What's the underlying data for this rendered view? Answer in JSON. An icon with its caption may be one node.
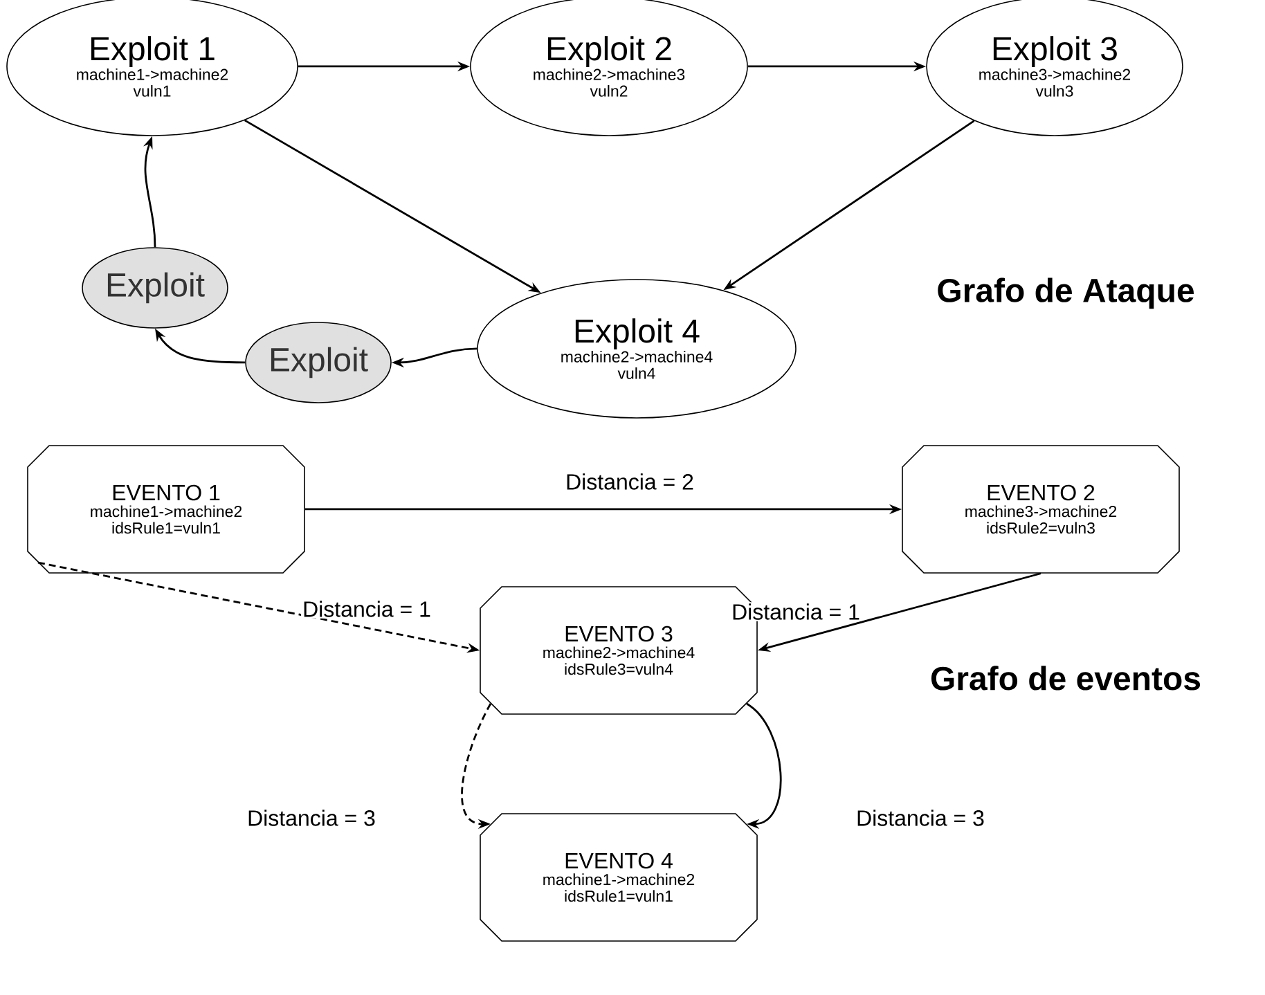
{
  "diagram": {
    "nodes": [
      {
        "text": [
          "Exploit 1",
          "machine1->machine2",
          "vuln1"
        ]
      },
      {
        "text": [
          "Exploit 2",
          "machine2->machine3",
          "vuln2"
        ]
      },
      {
        "text": [
          "Exploit 3",
          "machine3->machine2",
          "vuln3"
        ]
      },
      {
        "text": [
          "Exploit 4",
          "machine2->machine4",
          "vuln4"
        ]
      },
      {
        "text": [
          "Exploit"
        ]
      },
      {
        "text": [
          "Exploit"
        ]
      },
      {
        "text": [
          "EVENTO 1",
          "machine1->machine2",
          "idsRule1=vuln1"
        ]
      },
      {
        "text": [
          "EVENTO 2",
          "machine3->machine2",
          "idsRule2=vuln3"
        ]
      },
      {
        "text": [
          "EVENTO 3",
          "machine2->machine4",
          "idsRule3=vuln4"
        ]
      },
      {
        "text": [
          "EVENTO 4",
          "machine1->machine2",
          "idsRule1=vuln1"
        ]
      }
    ],
    "edges": [
      {
        "from": 0,
        "to": 1,
        "arrow": "to"
      },
      {
        "from": 1,
        "to": 2,
        "arrow": "to"
      },
      {
        "from": 0,
        "to": 3,
        "arrow": "to"
      },
      {
        "from": 2,
        "to": 3,
        "arrow": "to"
      },
      {
        "from": 3,
        "to": 5,
        "arrow": "to"
      },
      {
        "from": 5,
        "to": 4,
        "arrow": "to"
      },
      {
        "from": 4,
        "to": 0,
        "arrow": "to"
      },
      {
        "from": 6,
        "to": 7,
        "arrow": "to",
        "label": "Distancia = 2"
      },
      {
        "from": 6,
        "to": 8,
        "arrow": "to",
        "label": "Distancia = 1",
        "style": "dashed"
      },
      {
        "from": 7,
        "to": 8,
        "arrow": "to",
        "label": "Distancia = 1"
      },
      {
        "from": 8,
        "to": 9,
        "arrow": "to",
        "label": "Distancia = 3",
        "style": "dashed"
      },
      {
        "from": 8,
        "to": 9,
        "arrow": "to",
        "label": "Distancia = 3"
      }
    ],
    "labels": [
      "Grafo de Ataque",
      "Grafo de eventos"
    ]
  }
}
